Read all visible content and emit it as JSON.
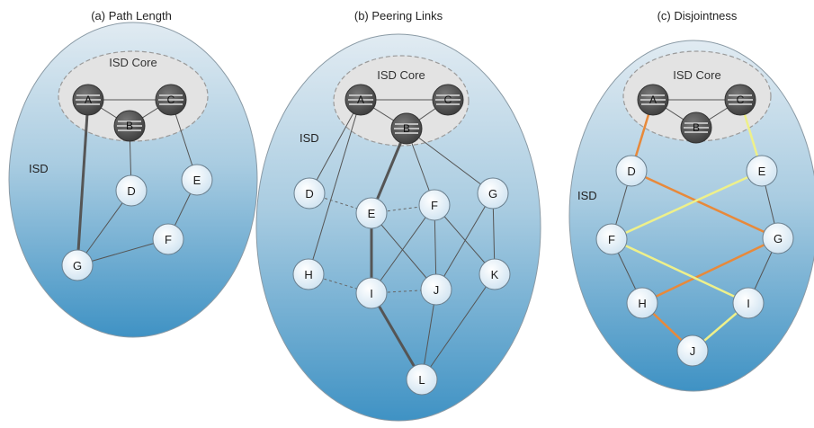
{
  "panels": [
    {
      "title": "(a) Path Length",
      "isd_label": "ISD",
      "core_label": "ISD Core",
      "core_nodes": [
        "A",
        "B",
        "C"
      ],
      "nodes": [
        "D",
        "E",
        "F",
        "G"
      ]
    },
    {
      "title": "(b) Peering Links",
      "isd_label": "ISD",
      "core_label": "ISD Core",
      "core_nodes": [
        "A",
        "B",
        "C"
      ],
      "nodes": [
        "D",
        "E",
        "F",
        "G",
        "H",
        "I",
        "J",
        "K",
        "L"
      ]
    },
    {
      "title": "(c) Disjointness",
      "isd_label": "ISD",
      "core_label": "ISD Core",
      "core_nodes": [
        "A",
        "B",
        "C"
      ],
      "nodes": [
        "D",
        "E",
        "F",
        "G",
        "H",
        "I",
        "J"
      ]
    }
  ],
  "colors": {
    "isd_top": "#dfe9f1",
    "isd_bottom": "#4d9bc8",
    "core_fill": "#e4e4e4",
    "core_node": "#555555",
    "node_fill": "#e8f3fb",
    "edge": "#555555",
    "highlight_path": "#5a5a5a",
    "disjoint_orange": "#e8893a",
    "disjoint_yellow": "#eef08a"
  }
}
